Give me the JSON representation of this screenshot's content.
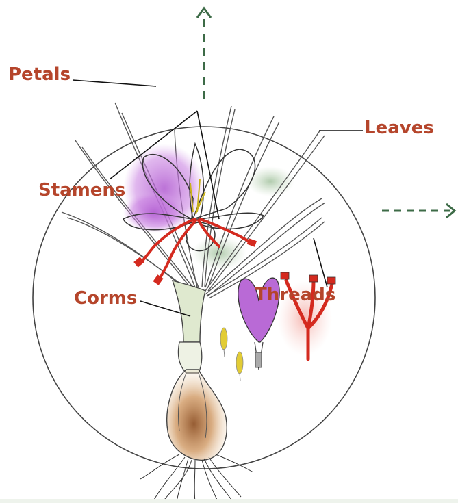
{
  "labels": {
    "petals": "Petals",
    "leaves": "Leaves",
    "stamens": "Stamens",
    "corms": "Corms",
    "threads": "Threads"
  },
  "colors": {
    "label": "#b5452b",
    "arrow": "#3d6b47",
    "outline": "#333333",
    "petal": "#b05ad0",
    "thread": "#d42a1f",
    "corm": "#c98a4d",
    "stem": "#cfe0b7"
  },
  "icons": {
    "up_arrow": "dashed-up-arrow-icon",
    "right_arrow": "dashed-right-arrow-icon"
  }
}
